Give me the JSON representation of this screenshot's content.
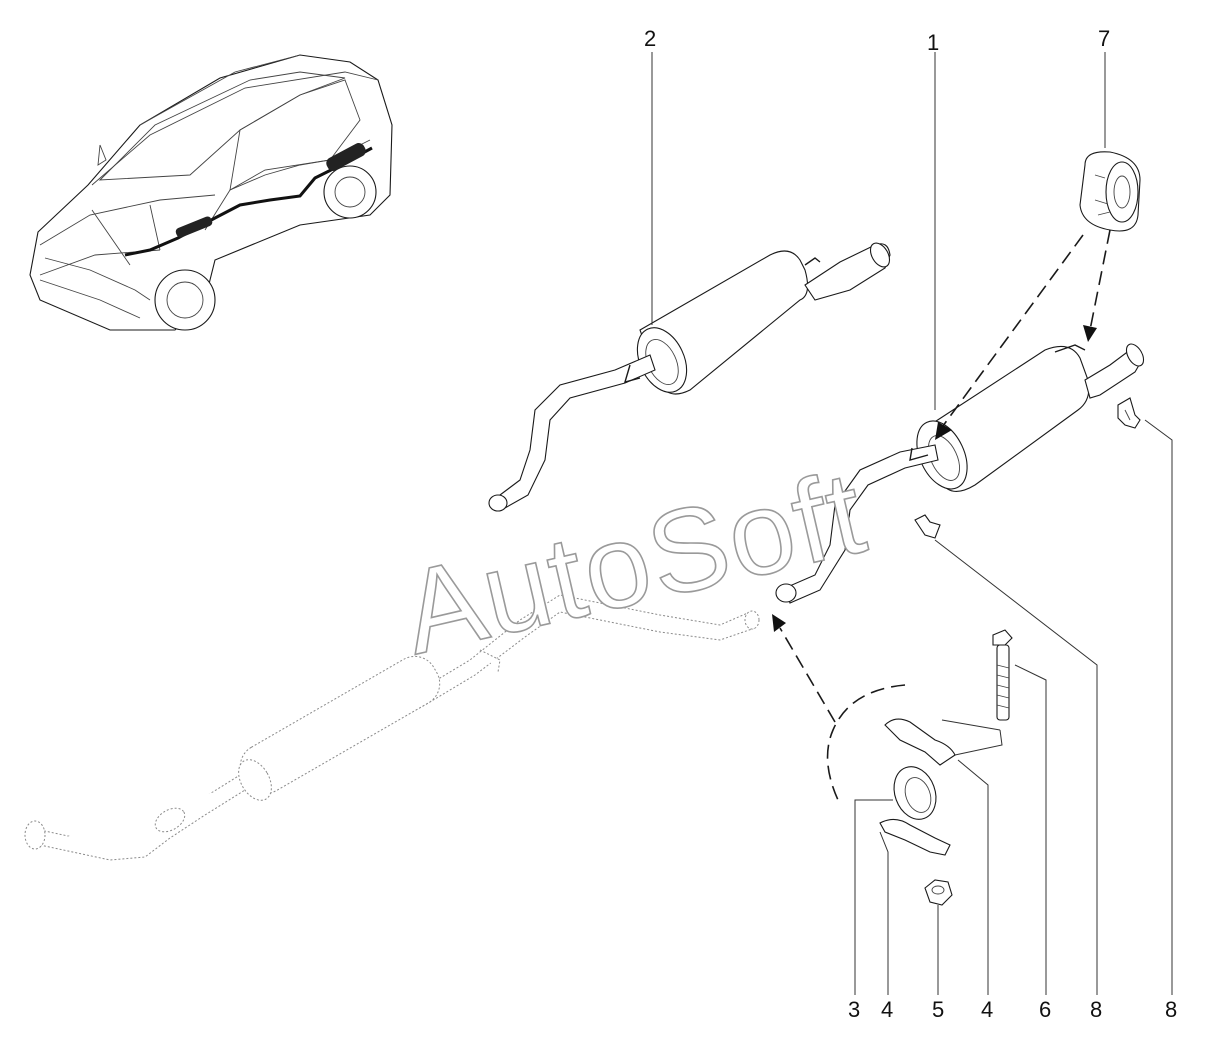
{
  "watermark": "AutoSoft",
  "callouts": [
    {
      "id": "c2",
      "label": "2"
    },
    {
      "id": "c1",
      "label": "1"
    },
    {
      "id": "c7",
      "label": "7"
    },
    {
      "id": "c3",
      "label": "3"
    },
    {
      "id": "c4a",
      "label": "4"
    },
    {
      "id": "c5",
      "label": "5"
    },
    {
      "id": "c4b",
      "label": "4"
    },
    {
      "id": "c6",
      "label": "6"
    },
    {
      "id": "c8a",
      "label": "8"
    },
    {
      "id": "c8b",
      "label": "8"
    }
  ]
}
